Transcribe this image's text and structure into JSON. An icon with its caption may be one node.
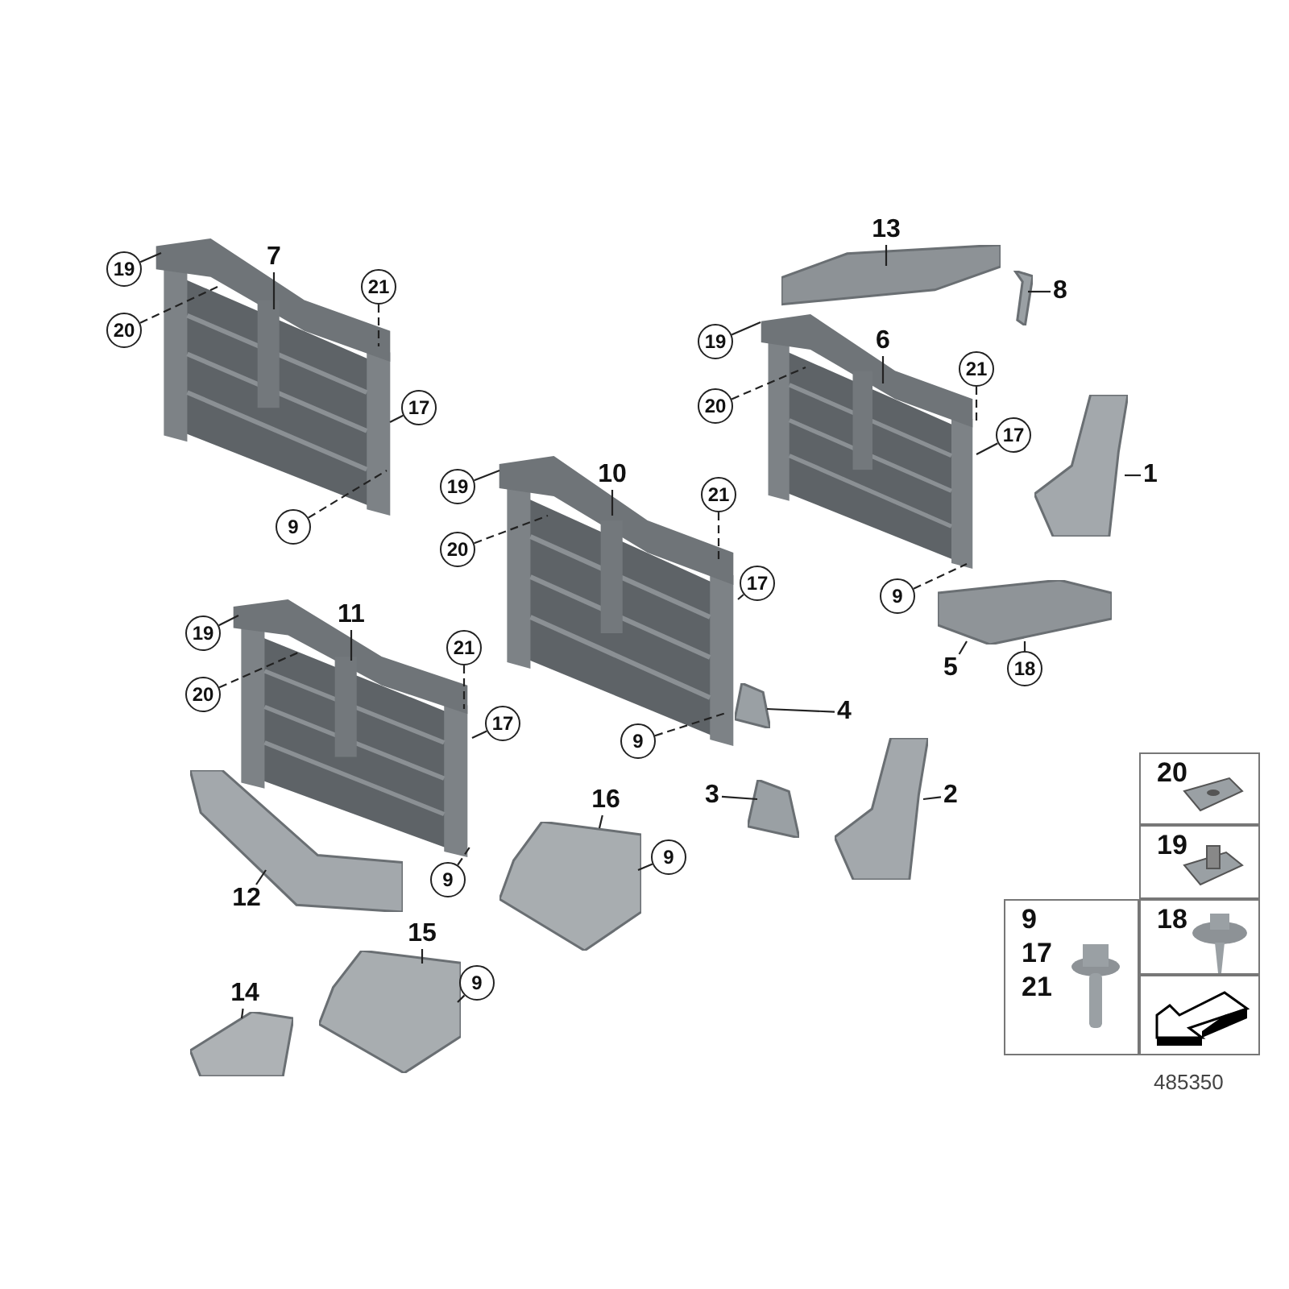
{
  "diagram": {
    "nodes": [
      {
        "text": [
          "13"
        ]
      },
      {
        "text": [],
        "shape": "picture"
      },
      {
        "text": [
          "8"
        ]
      },
      {
        "text": [],
        "shape": "picture"
      },
      {
        "text": [
          "7"
        ]
      },
      {
        "text": [],
        "shape": "picture"
      },
      {
        "text": [
          "19"
        ]
      },
      {
        "text": [
          "20"
        ]
      },
      {
        "text": [
          "21"
        ]
      },
      {
        "text": [
          "17"
        ]
      },
      {
        "text": [
          "9"
        ]
      },
      {
        "text": [
          "6"
        ]
      },
      {
        "text": [],
        "shape": "picture"
      },
      {
        "text": [
          "19"
        ]
      },
      {
        "text": [
          "20"
        ]
      },
      {
        "text": [
          "21"
        ]
      },
      {
        "text": [
          "17"
        ]
      },
      {
        "text": [
          "9"
        ]
      },
      {
        "text": [
          "1"
        ]
      },
      {
        "text": [],
        "shape": "picture"
      },
      {
        "text": [
          "10"
        ]
      },
      {
        "text": [],
        "shape": "picture"
      },
      {
        "text": [
          "19"
        ]
      },
      {
        "text": [
          "20"
        ]
      },
      {
        "text": [
          "21"
        ]
      },
      {
        "text": [
          "17"
        ]
      },
      {
        "text": [
          "9"
        ]
      },
      {
        "text": [],
        "shape": "picture"
      },
      {
        "text": [
          "5"
        ]
      },
      {
        "text": [
          "18"
        ]
      },
      {
        "text": [
          "11"
        ]
      },
      {
        "text": [],
        "shape": "picture"
      },
      {
        "text": [
          "19"
        ]
      },
      {
        "text": [
          "20"
        ]
      },
      {
        "text": [
          "21"
        ]
      },
      {
        "text": [
          "17"
        ]
      },
      {
        "text": [
          "9"
        ]
      },
      {
        "text": [],
        "shape": "picture"
      },
      {
        "text": [
          "4"
        ]
      },
      {
        "text": [
          "3"
        ]
      },
      {
        "text": [],
        "shape": "picture"
      },
      {
        "text": [
          "2"
        ]
      },
      {
        "text": [],
        "shape": "picture"
      },
      {
        "text": [
          "16"
        ]
      },
      {
        "text": [],
        "shape": "picture"
      },
      {
        "text": [
          "9"
        ]
      },
      {
        "text": [],
        "shape": "picture"
      },
      {
        "text": [
          "12"
        ]
      },
      {
        "text": [
          "15"
        ]
      },
      {
        "text": [],
        "shape": "picture"
      },
      {
        "text": [
          "9"
        ]
      },
      {
        "text": [
          "14"
        ]
      },
      {
        "text": [],
        "shape": "picture"
      },
      {
        "text": [
          "20"
        ]
      },
      {
        "text": [
          "19"
        ]
      },
      {
        "text": [
          "9",
          "17",
          "21"
        ]
      },
      {
        "text": [
          "18"
        ]
      },
      {
        "text": [],
        "shape": "box"
      }
    ],
    "edges": [
      {
        "from": 0,
        "to": 1,
        "arrow": "none"
      },
      {
        "from": 2,
        "to": 3,
        "arrow": "none"
      },
      {
        "from": 4,
        "to": 5,
        "arrow": "none"
      },
      {
        "from": 6,
        "to": 5,
        "arrow": "none"
      },
      {
        "from": 7,
        "to": 5,
        "arrow": "none",
        "style": "dashed"
      },
      {
        "from": 8,
        "to": 5,
        "arrow": "none",
        "style": "dashed"
      },
      {
        "from": 9,
        "to": 5,
        "arrow": "none"
      },
      {
        "from": 10,
        "to": 5,
        "arrow": "none",
        "style": "dashed"
      },
      {
        "from": 11,
        "to": 12,
        "arrow": "none"
      },
      {
        "from": 13,
        "to": 12,
        "arrow": "none"
      },
      {
        "from": 14,
        "to": 12,
        "arrow": "none",
        "style": "dashed"
      },
      {
        "from": 15,
        "to": 12,
        "arrow": "none",
        "style": "dashed"
      },
      {
        "from": 16,
        "to": 12,
        "arrow": "none"
      },
      {
        "from": 17,
        "to": 12,
        "arrow": "none",
        "style": "dashed"
      },
      {
        "from": 18,
        "to": 19,
        "arrow": "none"
      },
      {
        "from": 20,
        "to": 21,
        "arrow": "none"
      },
      {
        "from": 22,
        "to": 21,
        "arrow": "none"
      },
      {
        "from": 23,
        "to": 21,
        "arrow": "none",
        "style": "dashed"
      },
      {
        "from": 24,
        "to": 21,
        "arrow": "none",
        "style": "dashed"
      },
      {
        "from": 25,
        "to": 21,
        "arrow": "none"
      },
      {
        "from": 26,
        "to": 21,
        "arrow": "none",
        "style": "dashed"
      },
      {
        "from": 28,
        "to": 27,
        "arrow": "none"
      },
      {
        "from": 29,
        "to": 27,
        "arrow": "none"
      },
      {
        "from": 30,
        "to": 31,
        "arrow": "none"
      },
      {
        "from": 32,
        "to": 31,
        "arrow": "none"
      },
      {
        "from": 33,
        "to": 31,
        "arrow": "none",
        "style": "dashed"
      },
      {
        "from": 34,
        "to": 31,
        "arrow": "none",
        "style": "dashed"
      },
      {
        "from": 35,
        "to": 31,
        "arrow": "none"
      },
      {
        "from": 36,
        "to": 31,
        "arrow": "none",
        "style": "dashed"
      },
      {
        "from": 38,
        "to": 37,
        "arrow": "none"
      },
      {
        "from": 39,
        "to": 40,
        "arrow": "none"
      },
      {
        "from": 41,
        "to": 42,
        "arrow": "none"
      },
      {
        "from": 43,
        "to": 44,
        "arrow": "none"
      },
      {
        "from": 45,
        "to": 44,
        "arrow": "none"
      },
      {
        "from": 47,
        "to": 46,
        "arrow": "none"
      },
      {
        "from": 48,
        "to": 49,
        "arrow": "none"
      },
      {
        "from": 50,
        "to": 49,
        "arrow": "none"
      },
      {
        "from": 51,
        "to": 52,
        "arrow": "none"
      }
    ],
    "labels": [
      "485350"
    ]
  }
}
